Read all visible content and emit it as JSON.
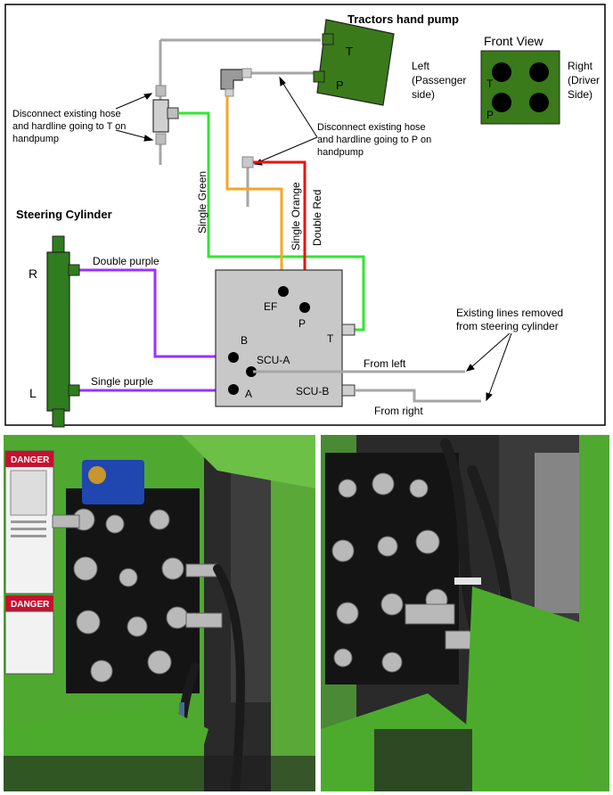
{
  "diagram": {
    "pump_title": "Tractors hand pump",
    "pump_port_t": "T",
    "pump_port_p": "P",
    "front_view_title": "Front View",
    "front_view_t": "T",
    "front_view_p": "P",
    "left_side_lines": [
      "Left",
      "(Passenger",
      "side)"
    ],
    "right_side_lines": [
      "Right",
      "(Driver",
      "Side)"
    ],
    "note_t_lines": [
      "Disconnect existing hose",
      "and hardline going to T on",
      "handpump"
    ],
    "note_p_lines": [
      "Disconnect existing hose",
      "and hardline going to P on",
      "handpump"
    ],
    "steering_title": "Steering Cylinder",
    "cyl_r": "R",
    "cyl_l": "L",
    "double_purple": "Double purple",
    "single_purple": "Single purple",
    "single_green": "Single Green",
    "single_orange": "Single Orange",
    "double_red": "Double Red",
    "port_ef": "EF",
    "port_p": "P",
    "port_t": "T",
    "port_b": "B",
    "port_scu_a": "SCU-A",
    "port_a": "A",
    "port_scu_b": "SCU-B",
    "removed_lines": [
      "Existing lines removed",
      "from steering cylinder"
    ],
    "from_left": "From left",
    "from_right": "From right",
    "colors": {
      "green_line": "#2ee82e",
      "orange_line": "#f5a623",
      "red_line": "#ee1111",
      "purple_line": "#9b30ff",
      "grey_line": "#a6a6a6",
      "cylinder": "#2f7d1e",
      "pump": "#3a7a1a",
      "valve": "#c8c8c8"
    }
  },
  "photos": {
    "left": {
      "danger_labels": [
        "DANGER",
        "DANGER"
      ]
    }
  }
}
